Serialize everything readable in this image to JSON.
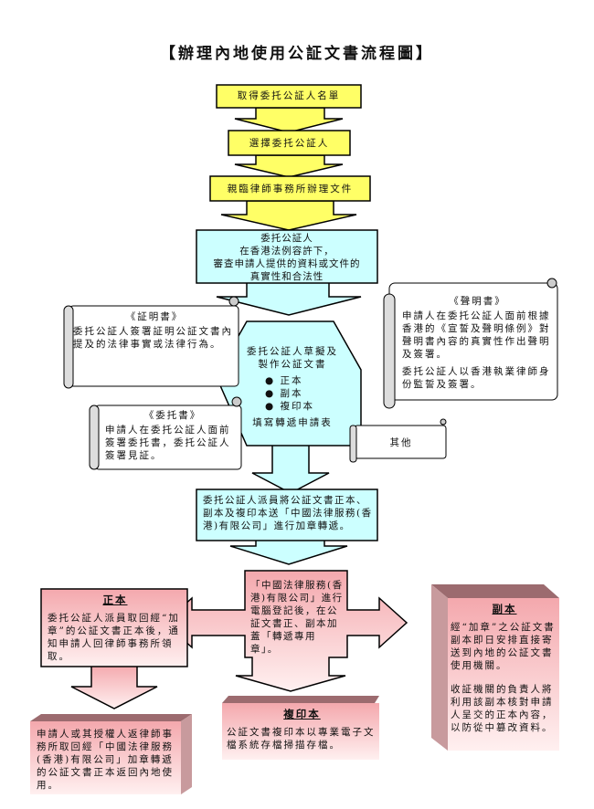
{
  "title": "【辦理內地使用公証文書流程圖】",
  "steps": {
    "step1": "取得委托公証人名單",
    "step2": "選擇委托公証人",
    "step3": "親臨律師事務所辦理文件",
    "step4": [
      "委托公証人",
      "在香港法例容許下，",
      "審查申請人提供的資料或文件的",
      "真實性和合法性"
    ],
    "step5": {
      "lines": [
        "委托公証人草擬及",
        "製作公証文書"
      ],
      "bullets": [
        "正本",
        "副本",
        "複印本"
      ],
      "footer": "填寫轉遞申請表"
    },
    "step6": "委托公証人派員將公証文書正本、副本及複印本送「中國法律服務(香港)有限公司」進行加章轉遞。",
    "step7": "「中國法律服務(香港)有限公司」進行電腦登記後，在公証文書正、副本加蓋「轉遞專用章」。"
  },
  "scrolls": {
    "certificate": {
      "heading": "《証明書》",
      "body": "委托公証人簽署証明公証文書內提及的法律事實或法律行為。"
    },
    "declaration": {
      "heading": "《聲明書》",
      "body1": "申請人在委托公証人面前根據香港的《宣誓及聲明條例》對聲明書內容的真實性作出聲明及簽署。",
      "body2": "委托公証人以香港執業律師身份監誓及簽署。"
    },
    "entrustment": {
      "heading": "《委托書》",
      "body": "申請人在委托公証人面前簽署委托書，委托公証人簽署見証。"
    },
    "other": {
      "label": "其他"
    }
  },
  "outcomes": {
    "original": {
      "heading": "正本",
      "body": "委托公証人派員取回經“加章”的公証文書正本後，通知申請人回律師事務所領取。"
    },
    "original_return": {
      "body": "申請人或其授權人返律師事務所取回經「中國法律服務(香港)有限公司」加章轉遞的公証文書正本返回內地使用。"
    },
    "photocopy": {
      "heading": "複印本",
      "body": "公証文書複印本以專業電子文檔系統存檔掃描存檔。"
    },
    "duplicate": {
      "heading": "副本",
      "body1": "經“加章”之公証文書副本即日安排直接寄送到內地的公証文書使用機關。",
      "body2": "收証機關的負責人將利用該副本核對申請人呈交的正本內容，以防從中篡改資料。"
    }
  },
  "colors": {
    "yellow": "#ffff66",
    "cyan": "#ccffff",
    "pink": "#ffcccc",
    "pink_dark": "#b38080"
  }
}
